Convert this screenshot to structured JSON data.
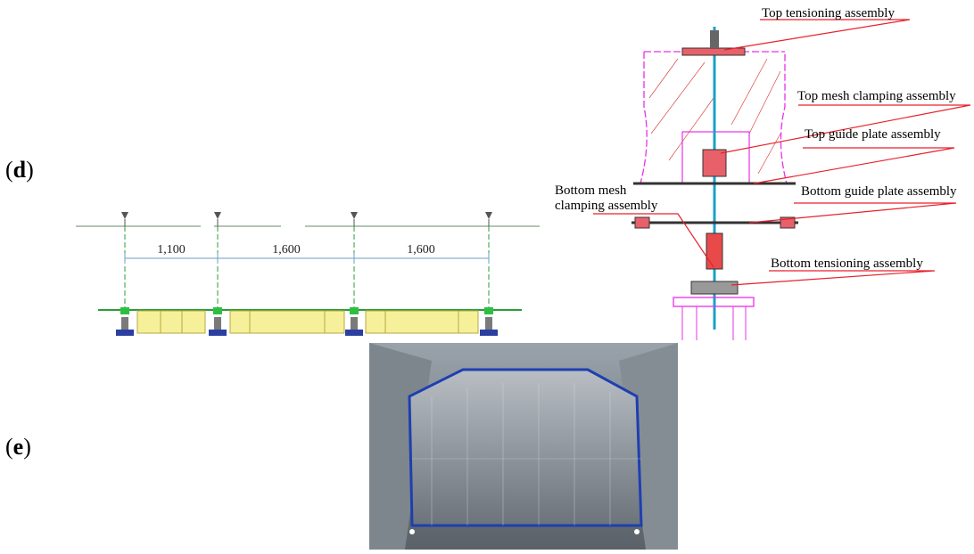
{
  "panels": {
    "d": {
      "open": "(",
      "letter": "d",
      "close": ")"
    },
    "e": {
      "open": "(",
      "letter": "e",
      "close": ")"
    }
  },
  "spans": [
    "1,100",
    "1,600",
    "1,600"
  ],
  "callouts": {
    "top_tensioning": "Top tensioning assembly",
    "top_mesh_clamping": "Top mesh clamping assembly",
    "top_guide_plate": "Top guide plate assembly",
    "bottom_mesh_line1": "Bottom mesh",
    "bottom_mesh_line2": "clamping assembly",
    "bottom_guide_plate": "Bottom guide plate assembly",
    "bottom_tensioning": "Bottom tensioning assembly"
  },
  "colors": {
    "leader": "#e8202a",
    "concrete_outline": "#e830e8",
    "frame": "#2d9b3a",
    "plate_fill": "#f7f09a",
    "support": "#2a3fa0",
    "photo_outline": "#1e3fb0"
  }
}
